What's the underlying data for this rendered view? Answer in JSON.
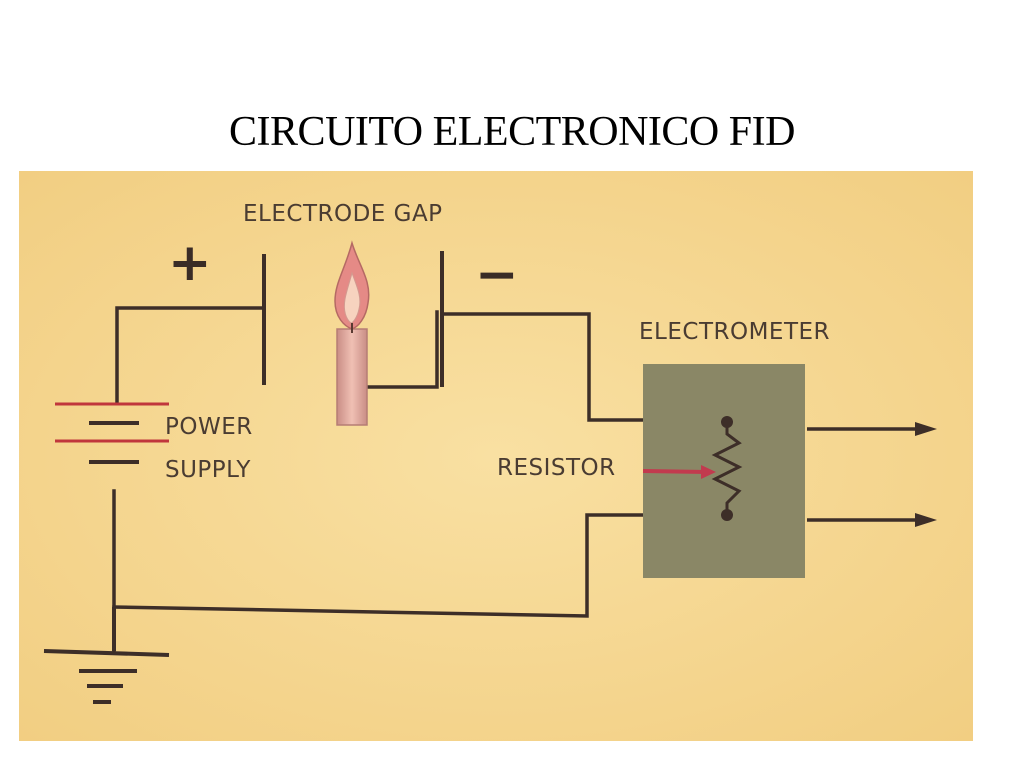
{
  "title": "CIRCUITO ELECTRONICO FID",
  "labels": {
    "electrode_gap": "ELECTRODE GAP",
    "plus": "+",
    "minus": "−",
    "electrometer": "ELECTROMETER",
    "power": "POWER",
    "supply": "SUPPLY",
    "resistor": "RESISTOR"
  },
  "colors": {
    "background": "#f6d991",
    "wire": "#3d2e28",
    "electrometer_box": "#8a8766",
    "flame": "#e58a86",
    "candle": "#e6aea2",
    "battery_plate": "#c0363c",
    "resistor_arrow": "#c23a4e"
  },
  "icons": [
    "flame-icon",
    "ground-icon",
    "battery-icon",
    "resistor-icon"
  ]
}
